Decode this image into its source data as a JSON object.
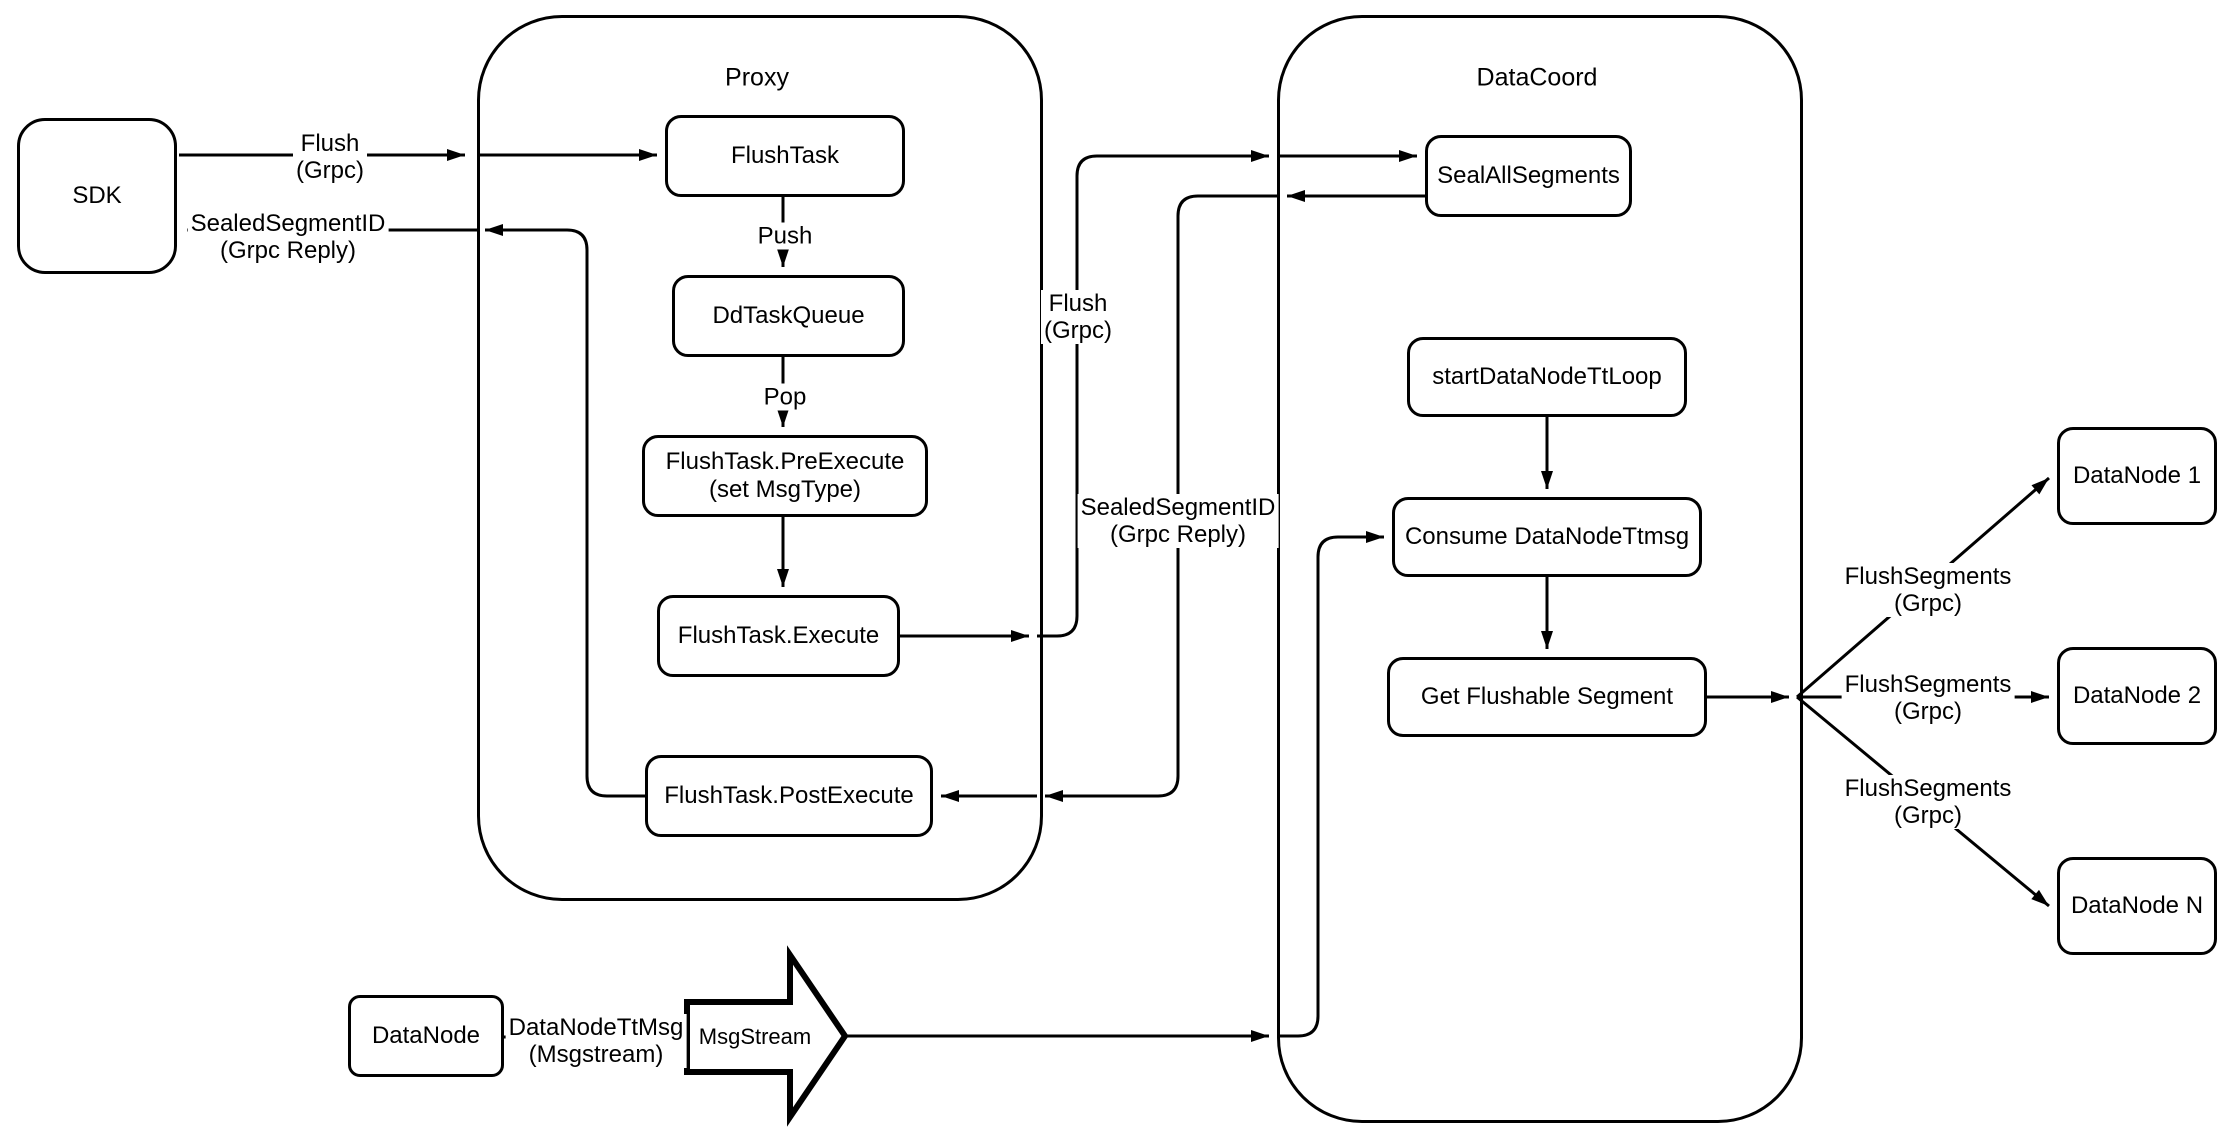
{
  "containers": {
    "proxy": {
      "title": "Proxy"
    },
    "datacoord": {
      "title": "DataCoord"
    }
  },
  "nodes": {
    "sdk": {
      "label": "SDK"
    },
    "flush_task": {
      "label": "FlushTask"
    },
    "dd_task_queue": {
      "label": "DdTaskQueue"
    },
    "flush_task_pre_execute": {
      "label": "FlushTask.PreExecute",
      "sublabel": "(set MsgType)"
    },
    "flush_task_execute": {
      "label": "FlushTask.Execute"
    },
    "flush_task_post_execute": {
      "label": "FlushTask.PostExecute"
    },
    "seal_all_segments": {
      "label": "SealAllSegments"
    },
    "start_datanode_tt_loop": {
      "label": "startDataNodeTtLoop"
    },
    "consume_datanode_ttmsg": {
      "label": "Consume DataNodeTtmsg"
    },
    "get_flushable_segment": {
      "label": "Get Flushable Segment"
    },
    "datanode_1": {
      "label": "DataNode 1"
    },
    "datanode_2": {
      "label": "DataNode 2"
    },
    "datanode_n": {
      "label": "DataNode N"
    },
    "datanode": {
      "label": "DataNode"
    },
    "msgstream": {
      "label": "MsgStream"
    }
  },
  "edge_labels": {
    "flush_sdk": {
      "line1": "Flush",
      "line2": "(Grpc)"
    },
    "sealed_sdk": {
      "line1": "SealedSegmentID",
      "line2": "(Grpc Reply)"
    },
    "push": {
      "line1": "Push"
    },
    "pop": {
      "line1": "Pop"
    },
    "flush_datacoord": {
      "line1": "Flush",
      "line2": "(Grpc)"
    },
    "sealed_datacoord": {
      "line1": "SealedSegmentID",
      "line2": "(Grpc Reply)"
    },
    "flush_segments_1": {
      "line1": "FlushSegments",
      "line2": "(Grpc)"
    },
    "flush_segments_2": {
      "line1": "FlushSegments",
      "line2": "(Grpc)"
    },
    "flush_segments_3": {
      "line1": "FlushSegments",
      "line2": "(Grpc)"
    },
    "datanode_ttmsg": {
      "line1": "DataNodeTtMsg",
      "line2": "(Msgstream)"
    }
  },
  "colors": {
    "stroke": "#000000",
    "fill": "#ffffff"
  }
}
